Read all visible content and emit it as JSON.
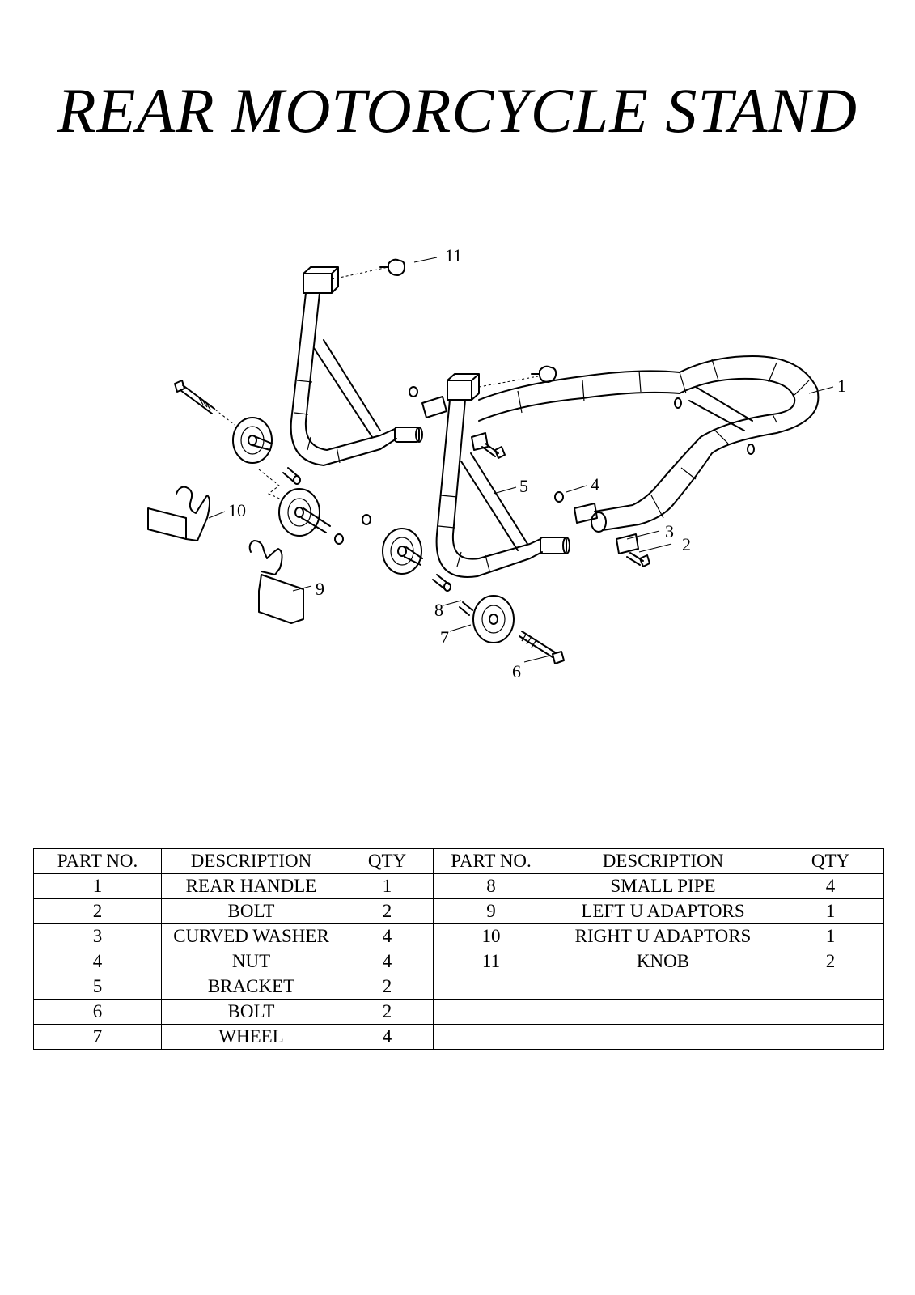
{
  "title": "REAR MOTORCYCLE STAND",
  "callouts": {
    "c1": "1",
    "c2": "2",
    "c3": "3",
    "c4": "4",
    "c5": "5",
    "c6": "6",
    "c7": "7",
    "c8": "8",
    "c9": "9",
    "c10": "10",
    "c11": "11"
  },
  "table": {
    "headers": [
      "PART NO.",
      "DESCRIPTION",
      "QTY",
      "PART NO.",
      "DESCRIPTION",
      "QTY"
    ],
    "rows": [
      [
        "1",
        "REAR HANDLE",
        "1",
        "8",
        "SMALL PIPE",
        "4"
      ],
      [
        "2",
        "BOLT",
        "2",
        "9",
        "LEFT  U ADAPTORS",
        "1"
      ],
      [
        "3",
        "CURVED WASHER",
        "4",
        "10",
        "RIGHT  U ADAPTORS",
        "1"
      ],
      [
        "4",
        "NUT",
        "4",
        "11",
        "KNOB",
        "2"
      ],
      [
        "5",
        "BRACKET",
        "2",
        "",
        "",
        ""
      ],
      [
        "6",
        "BOLT",
        "2",
        "",
        "",
        ""
      ],
      [
        "7",
        "WHEEL",
        "4",
        "",
        "",
        ""
      ]
    ]
  }
}
